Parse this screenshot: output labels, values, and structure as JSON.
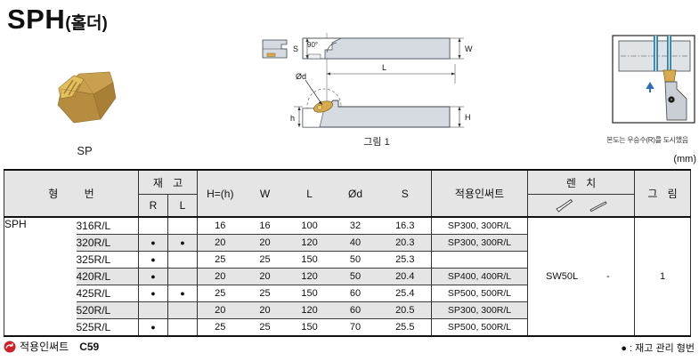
{
  "page": {
    "title": "SPH",
    "title_suffix": "(홀더)",
    "unit_label": "(mm)",
    "photo_label": "SP",
    "figure_caption": "그림 1",
    "application_caption": "본도는 우승수(R)를 도시했음",
    "footer_left_label": "적용인써트",
    "footer_left_value": "C59",
    "footer_right_note": "● : 재고 관리 형번"
  },
  "diagram_labels": {
    "s": "S",
    "angle": "90°",
    "w": "W",
    "l": "L",
    "od": "Ød",
    "h_small": "h",
    "h_big": "H"
  },
  "table": {
    "headers": {
      "model": "형 번",
      "stock": "재 고",
      "r": "R",
      "l": "L",
      "h": "H=(h)",
      "w": "W",
      "len": "L",
      "od": "Ød",
      "s": "S",
      "insert": "적용인써트",
      "wrench": "렌 치",
      "figure": "그 림"
    },
    "series_label": "SPH",
    "stock_dot": "●",
    "rows": [
      {
        "model": "316R/L",
        "r": false,
        "l": false,
        "h": "16",
        "w": "16",
        "len": "100",
        "od": "32",
        "s": "16.3",
        "insert": "SP300, 300R/L",
        "shaded": false
      },
      {
        "model": "320R/L",
        "r": true,
        "l": true,
        "h": "20",
        "w": "20",
        "len": "120",
        "od": "40",
        "s": "20.3",
        "insert": "SP300, 300R/L",
        "shaded": true
      },
      {
        "model": "325R/L",
        "r": true,
        "l": false,
        "h": "25",
        "w": "25",
        "len": "150",
        "od": "50",
        "s": "25.3",
        "insert": "",
        "shaded": false
      },
      {
        "model": "420R/L",
        "r": true,
        "l": false,
        "h": "20",
        "w": "20",
        "len": "120",
        "od": "50",
        "s": "20.4",
        "insert": "SP400, 400R/L",
        "shaded": true
      },
      {
        "model": "425R/L",
        "r": true,
        "l": true,
        "h": "25",
        "w": "25",
        "len": "150",
        "od": "60",
        "s": "25.4",
        "insert": "SP500, 500R/L",
        "shaded": false
      },
      {
        "model": "520R/L",
        "r": false,
        "l": false,
        "h": "20",
        "w": "20",
        "len": "120",
        "od": "60",
        "s": "20.5",
        "insert": "SP300, 300R/L",
        "shaded": true
      },
      {
        "model": "525R/L",
        "r": true,
        "l": false,
        "h": "25",
        "w": "25",
        "len": "150",
        "od": "70",
        "s": "25.5",
        "insert": "SP500, 500R/L",
        "shaded": false
      }
    ],
    "wrench_value": "SW50L",
    "wrench_value2": "-",
    "figure_value": "1"
  },
  "colors": {
    "accent_red": "#cd2129",
    "diagram_fill": "#d5dbe1",
    "insert_gold": "#d8a94e",
    "groove_blue": "#2e7fae",
    "shaded_row": "#e5e5e5"
  }
}
